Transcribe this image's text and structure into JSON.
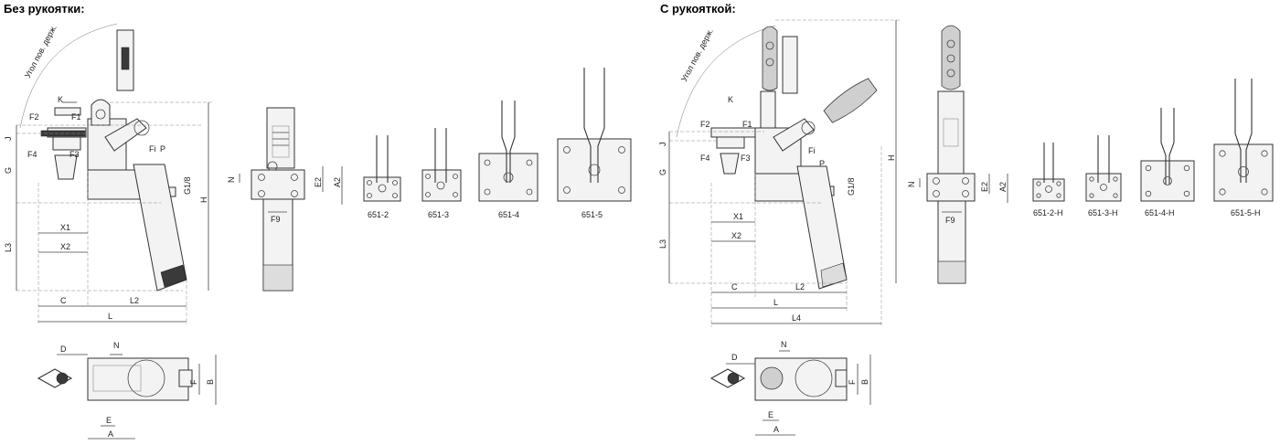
{
  "sections": {
    "left_title": "Без рукоятки:",
    "right_title": "С рукояткой:"
  },
  "left_dims": {
    "angle_label": "Угол пов. держ.",
    "k": "K",
    "f1": "F1",
    "f2": "F2",
    "f3": "F3",
    "f4": "F4",
    "fi": "Fi",
    "p": "P",
    "j": "J",
    "g": "G",
    "l3": "L3",
    "x1": "X1",
    "x2": "X2",
    "c": "C",
    "l2": "L2",
    "l": "L",
    "h": "H",
    "g18": "G1/8",
    "n": "N",
    "e2": "E2",
    "a2": "A2",
    "f9": "F9",
    "d": "D",
    "n2": "N",
    "f": "F",
    "b": "B",
    "e": "E",
    "a": "A"
  },
  "left_variants": [
    "651-2",
    "651-3",
    "651-4",
    "651-5"
  ],
  "right_dims": {
    "angle_label": "Угол пов. держ.",
    "k": "K",
    "f1": "F1",
    "f2": "F2",
    "f3": "F3",
    "f4": "F4",
    "fi": "Fi",
    "p": "P",
    "j": "J",
    "g": "G",
    "l3": "L3",
    "x1": "X1",
    "x2": "X2",
    "c": "C",
    "l2": "L2",
    "l": "L",
    "l4": "L4",
    "h": "H",
    "g18": "G1/8",
    "n": "N",
    "e2": "E2",
    "a2": "A2",
    "f9": "F9",
    "d": "D",
    "n2": "N",
    "f": "F",
    "b": "B",
    "e": "E",
    "a": "A"
  },
  "right_variants": [
    "651-2-H",
    "651-3-H",
    "651-4-H",
    "651-5-H"
  ]
}
